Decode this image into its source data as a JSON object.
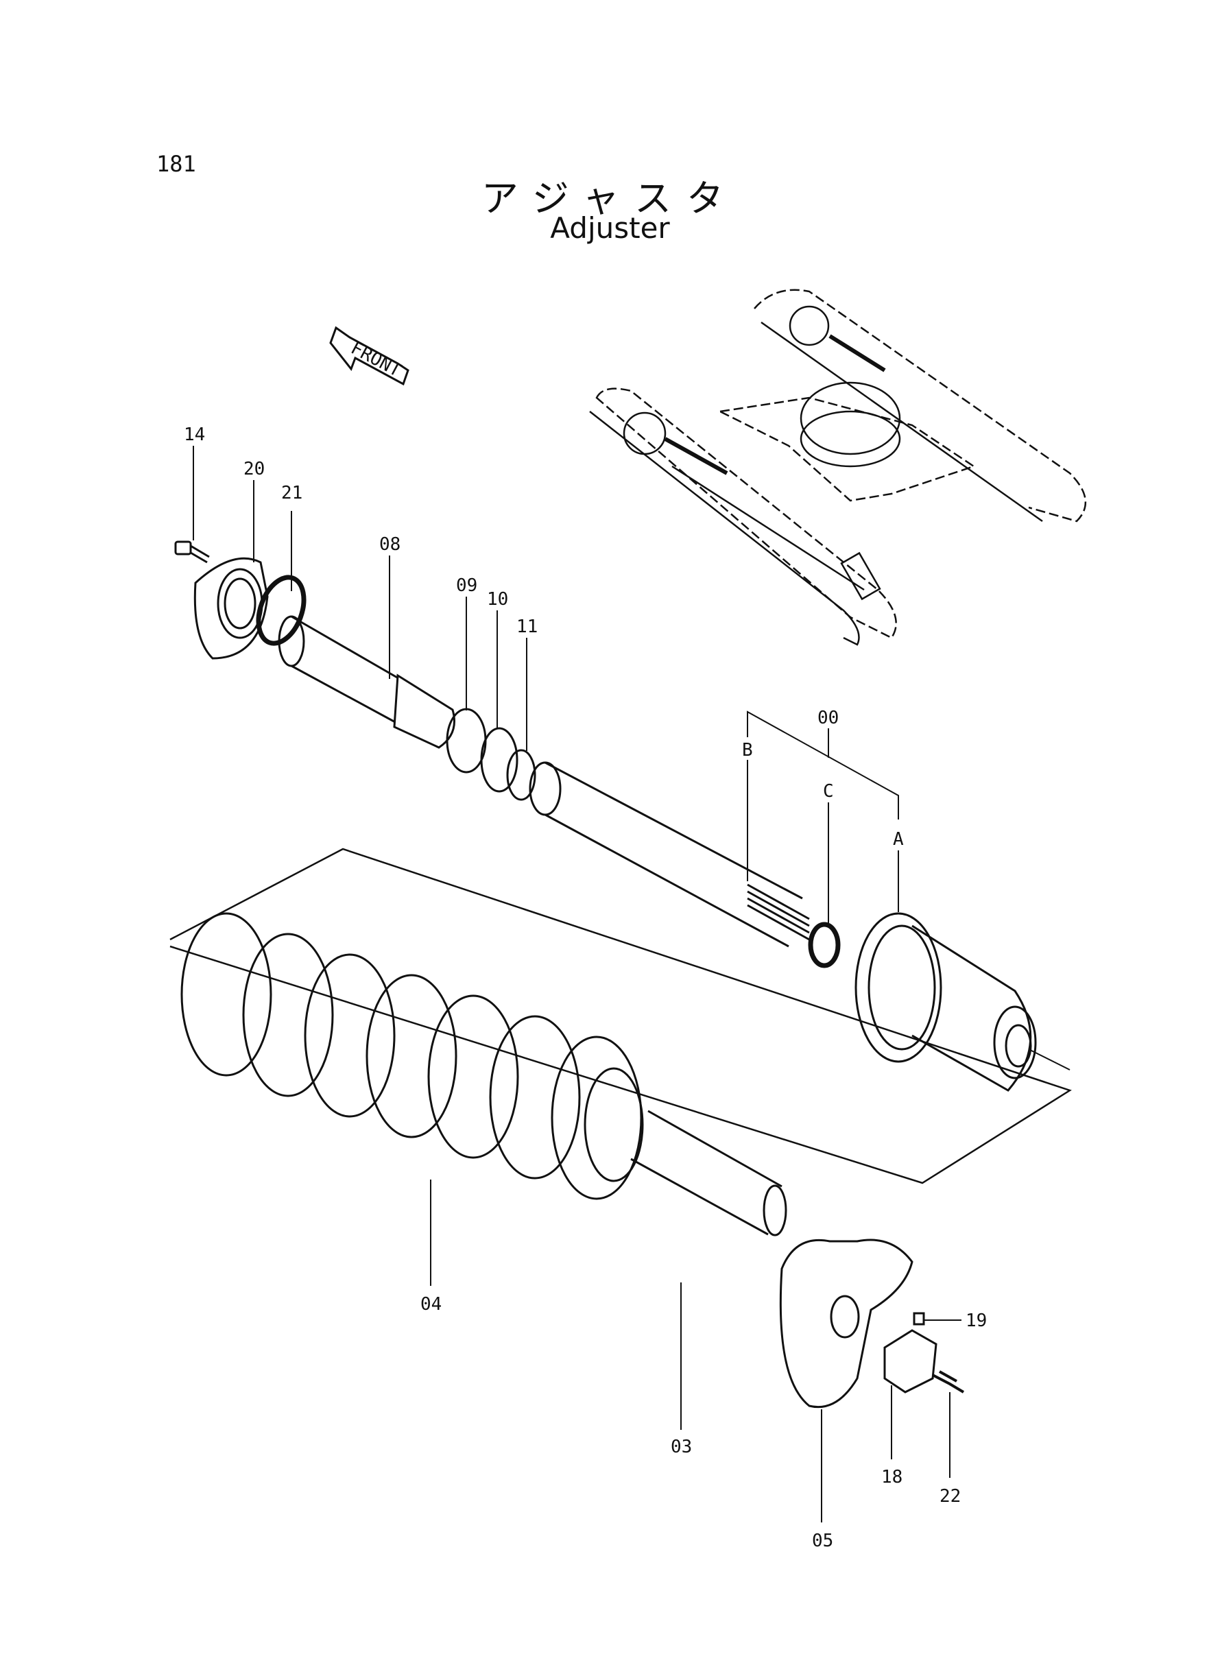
{
  "page_number": "181",
  "title_jp": "アジャスタ",
  "title_en": "Adjuster",
  "front_label": "FRONT",
  "callouts": {
    "c14": "14",
    "c20": "20",
    "c21": "21",
    "c08": "08",
    "c09": "09",
    "c10": "10",
    "c11": "11",
    "c00": "00",
    "cA": "A",
    "cB": "B",
    "cC": "C",
    "c04": "04",
    "c03": "03",
    "c05": "05",
    "c18": "18",
    "c19": "19",
    "c22": "22"
  }
}
